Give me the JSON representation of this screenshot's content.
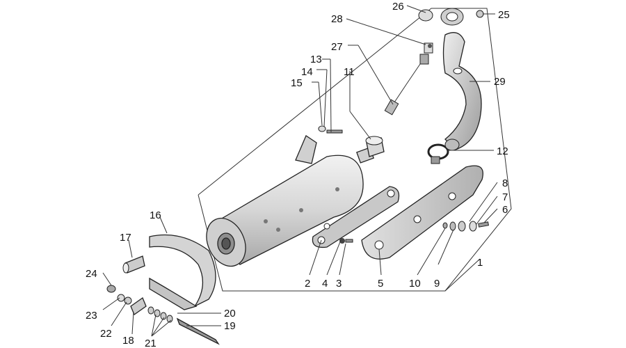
{
  "diagram": {
    "callouts": [
      {
        "id": "c1",
        "label": "1"
      },
      {
        "id": "c2",
        "label": "2"
      },
      {
        "id": "c3",
        "label": "3"
      },
      {
        "id": "c4",
        "label": "4"
      },
      {
        "id": "c5",
        "label": "5"
      },
      {
        "id": "c6",
        "label": "6"
      },
      {
        "id": "c7",
        "label": "7"
      },
      {
        "id": "c8",
        "label": "8"
      },
      {
        "id": "c9",
        "label": "9"
      },
      {
        "id": "c10",
        "label": "10"
      },
      {
        "id": "c11",
        "label": "11"
      },
      {
        "id": "c12",
        "label": "12"
      },
      {
        "id": "c13",
        "label": "13"
      },
      {
        "id": "c14",
        "label": "14"
      },
      {
        "id": "c15",
        "label": "15"
      },
      {
        "id": "c16",
        "label": "16"
      },
      {
        "id": "c17",
        "label": "17"
      },
      {
        "id": "c18",
        "label": "18"
      },
      {
        "id": "c19",
        "label": "19"
      },
      {
        "id": "c20",
        "label": "20"
      },
      {
        "id": "c21",
        "label": "21"
      },
      {
        "id": "c22",
        "label": "22"
      },
      {
        "id": "c23",
        "label": "23"
      },
      {
        "id": "c24",
        "label": "24"
      },
      {
        "id": "c25",
        "label": "25"
      },
      {
        "id": "c26",
        "label": "26"
      },
      {
        "id": "c27",
        "label": "27"
      },
      {
        "id": "c28",
        "label": "28"
      },
      {
        "id": "c29",
        "label": "29"
      }
    ],
    "colors": {
      "line": "#333333",
      "fill_light": "#e6e6e6",
      "fill_mid": "#c8c8c8",
      "fill_dark": "#9a9a9a"
    }
  }
}
